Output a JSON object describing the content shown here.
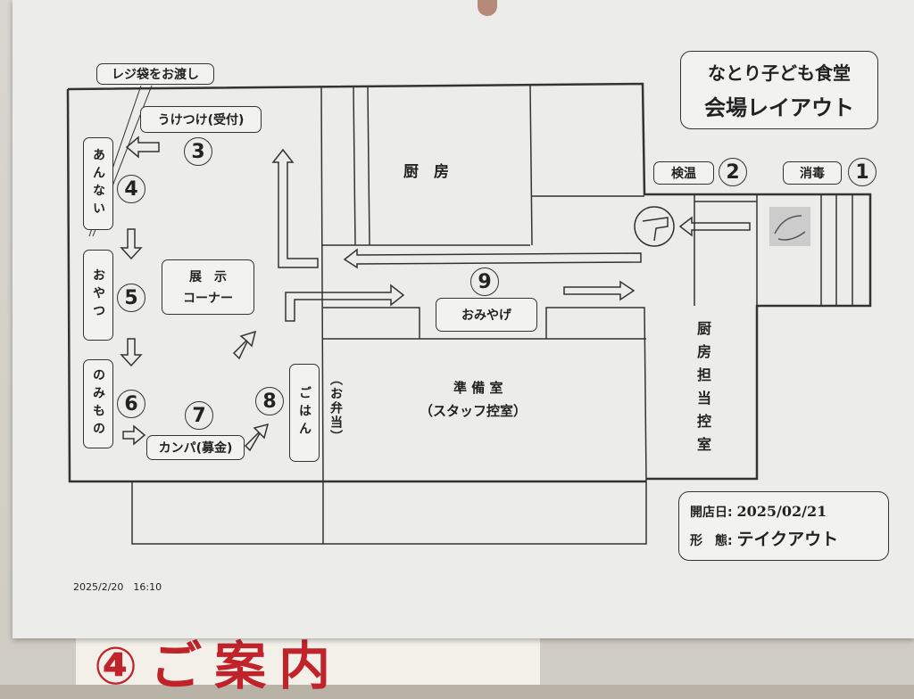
{
  "title": {
    "line1": "なとり子ども食堂",
    "line2": "会場レイアウト"
  },
  "info": {
    "open_label": "開店日:",
    "open_date": "2025/02/21",
    "form_label": "形　態:",
    "form_value": "テイクアウト"
  },
  "timestamp": "2025/2/20　16:10",
  "rooms": {
    "kitchen": "厨　房",
    "prep": "準 備 室",
    "prep_sub": "（スタッフ控室）",
    "kitchen_staff": "厨房担当控室"
  },
  "stations": {
    "s1": {
      "num": "1",
      "label": "消毒"
    },
    "s2": {
      "num": "2",
      "label": "検温"
    },
    "s3": {
      "num": "3",
      "label": "うけつけ(受付)"
    },
    "s4": {
      "num": "4",
      "label": "あんない"
    },
    "s5": {
      "num": "5",
      "label": "おやつ"
    },
    "s6": {
      "num": "6",
      "label": "のみもの"
    },
    "s7": {
      "num": "7",
      "label": "カンパ(募金)"
    },
    "s8": {
      "num": "8",
      "label": "ごはん",
      "sub": "（お弁当）"
    },
    "s9": {
      "num": "9",
      "label": "おみやげ"
    }
  },
  "callout": "レジ袋をお渡し",
  "exhibit": {
    "line1": "展　示",
    "line2": "コーナー"
  },
  "sign": "④ご案内"
}
